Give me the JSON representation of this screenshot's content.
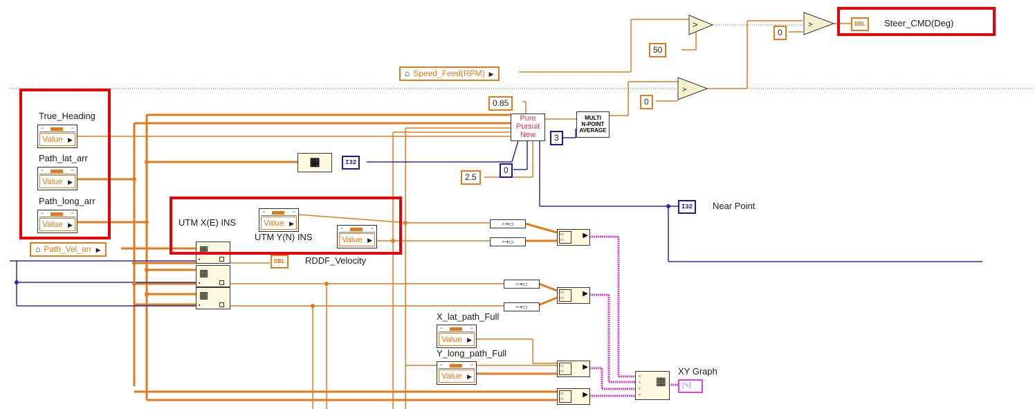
{
  "controls": {
    "true_heading": {
      "label": "True_Heading",
      "value": "Value"
    },
    "path_lat_arr": {
      "label": "Path_lat_arr",
      "value": "Value"
    },
    "path_long_arr": {
      "label": "Path_long_arr",
      "value": "Value"
    },
    "utm_x": {
      "label": "UTM X(E) INS",
      "value": "Value"
    },
    "utm_y": {
      "label": "UTM Y(N)  INS",
      "value": "Value"
    },
    "x_lat_path_full": {
      "label": "X_lat_path_Full",
      "value": "Value"
    },
    "y_long_path_full": {
      "label": "Y_long_path_Full",
      "value": "Value"
    }
  },
  "globals": {
    "speed_feed": "Speed_Feed(RPM)",
    "path_vel_arr": "Path_Vel_arr"
  },
  "constants": {
    "c085": "0.85",
    "c25": "2.5",
    "c0_blue": "0",
    "c3": "3",
    "c50": "50",
    "c0_top": "0",
    "c0_mid": "0"
  },
  "nodes": {
    "pure_pursuit": [
      "Pure",
      "Pursuit",
      "New"
    ],
    "multi_avg": [
      "MULTI",
      "N-POINT",
      "AVERAGE"
    ],
    "greater_symbol": ">"
  },
  "indicators": {
    "steer_cmd": {
      "type": "DBL",
      "label": "Steer_CMD(Deg)"
    },
    "near_point": {
      "type": "I32",
      "label": "Near Point"
    },
    "rddf_velocity": {
      "type": "DBL",
      "label": "RDDF_Velocity"
    },
    "i32_mid": {
      "type": "I32"
    },
    "xy_graph": {
      "label": "XY Graph"
    }
  },
  "colors": {
    "orange_wire": "#e07a1c",
    "blue_wire": "#2a2aa6",
    "pink_wire": "#e040e0",
    "highlight": "#e8000b"
  }
}
